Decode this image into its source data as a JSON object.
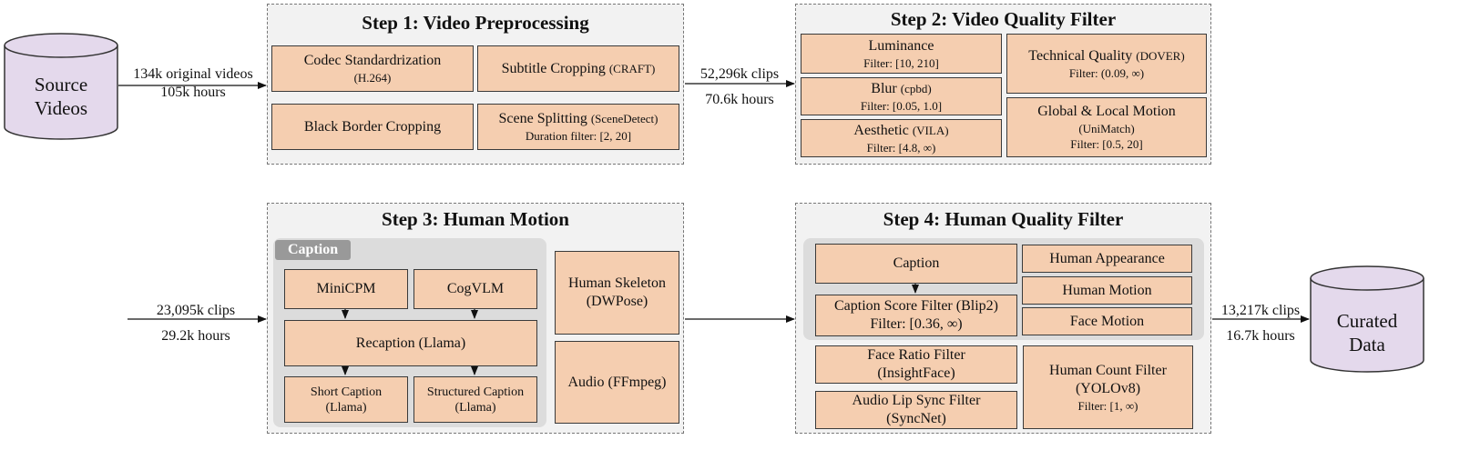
{
  "source": {
    "line1": "Source",
    "line2": "Videos"
  },
  "curated": {
    "line1": "Curated",
    "line2": "Data"
  },
  "flow": {
    "a1": "134k original videos",
    "a2": "105k hours",
    "b1": "52,296k clips",
    "b2": "70.6k hours",
    "c1": "23,095k clips",
    "c2": "29.2k hours",
    "d1": "13,217k clips",
    "d2": "16.7k hours"
  },
  "step1": {
    "title": "Step 1: Video Preprocessing",
    "codec": {
      "main": "Codec Standardrization",
      "sub": "(H.264)"
    },
    "subtitle": {
      "main": "Subtitle Cropping ",
      "sub": "(CRAFT)"
    },
    "border": {
      "main": "Black Border Cropping"
    },
    "scene": {
      "main": "Scene Splitting ",
      "sub": "(SceneDetect)",
      "filter": "Duration filter: [2, 20]"
    }
  },
  "step2": {
    "title": "Step 2: Video Quality Filter",
    "luminance": {
      "main": "Luminance",
      "filter": "Filter: [10, 210]"
    },
    "blur": {
      "main": "Blur ",
      "sub": "(cpbd)",
      "filter": "Filter: [0.05, 1.0]"
    },
    "aesthetic": {
      "main": "Aesthetic ",
      "sub": "(VILA)",
      "filter": "Filter: [4.8, ∞)"
    },
    "technical": {
      "main": "Technical Quality ",
      "sub": "(DOVER)",
      "filter": "Filter: (0.09, ∞)"
    },
    "motion": {
      "main": "Global & Local Motion",
      "sub": "(UniMatch)",
      "filter": "Filter: [0.5, 20]"
    }
  },
  "step3": {
    "title": "Step 3: Human Motion",
    "caption_badge": "Caption",
    "minicpm": "MiniCPM",
    "cogvlm": "CogVLM",
    "recaption": "Recaption (Llama)",
    "short": {
      "l1": "Short Caption",
      "l2": "(Llama)"
    },
    "structured": {
      "l1": "Structured Caption",
      "l2": "(Llama)"
    },
    "skeleton": {
      "l1": "Human Skeleton",
      "l2": "(DWPose)"
    },
    "audio": "Audio (FFmpeg)"
  },
  "step4": {
    "title": "Step 4: Human Quality Filter",
    "caption": "Caption",
    "score": {
      "main": "Caption Score Filter (Blip2)",
      "filter": "Filter: [0.36, ∞)"
    },
    "appearance": "Human Appearance",
    "hmotion": "Human Motion",
    "fmotion": "Face Motion",
    "face_ratio": {
      "l1": "Face Ratio Filter",
      "l2": "(InsightFace)"
    },
    "lipsync": {
      "l1": "Audio Lip Sync Filter",
      "l2": "(SyncNet)"
    },
    "count": {
      "l1": "Human Count Filter",
      "l2": "(YOLOv8)",
      "filter": "Filter: [1, ∞)"
    }
  }
}
